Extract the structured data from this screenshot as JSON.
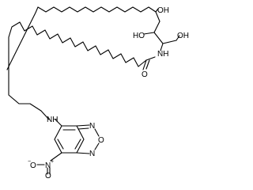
{
  "molecule": {
    "kind": "skeletal-formula",
    "colors": {
      "bond": "#000000",
      "label": "#000000",
      "background": "#ffffff"
    },
    "atom_labels": {
      "oh_c3": "OH",
      "oh_c4": "HO",
      "oh_c1": "OH",
      "nh_amide": "NH",
      "o_carbonyl": "O",
      "nh_amine": "NH",
      "n_ring_top": "N",
      "o_ring": "O",
      "n_ring_bottom": "N",
      "o_nitro_minus": "O",
      "n_nitro": "N",
      "o_nitro": "O",
      "minus_sign": "−",
      "plus_sign": "+"
    }
  }
}
